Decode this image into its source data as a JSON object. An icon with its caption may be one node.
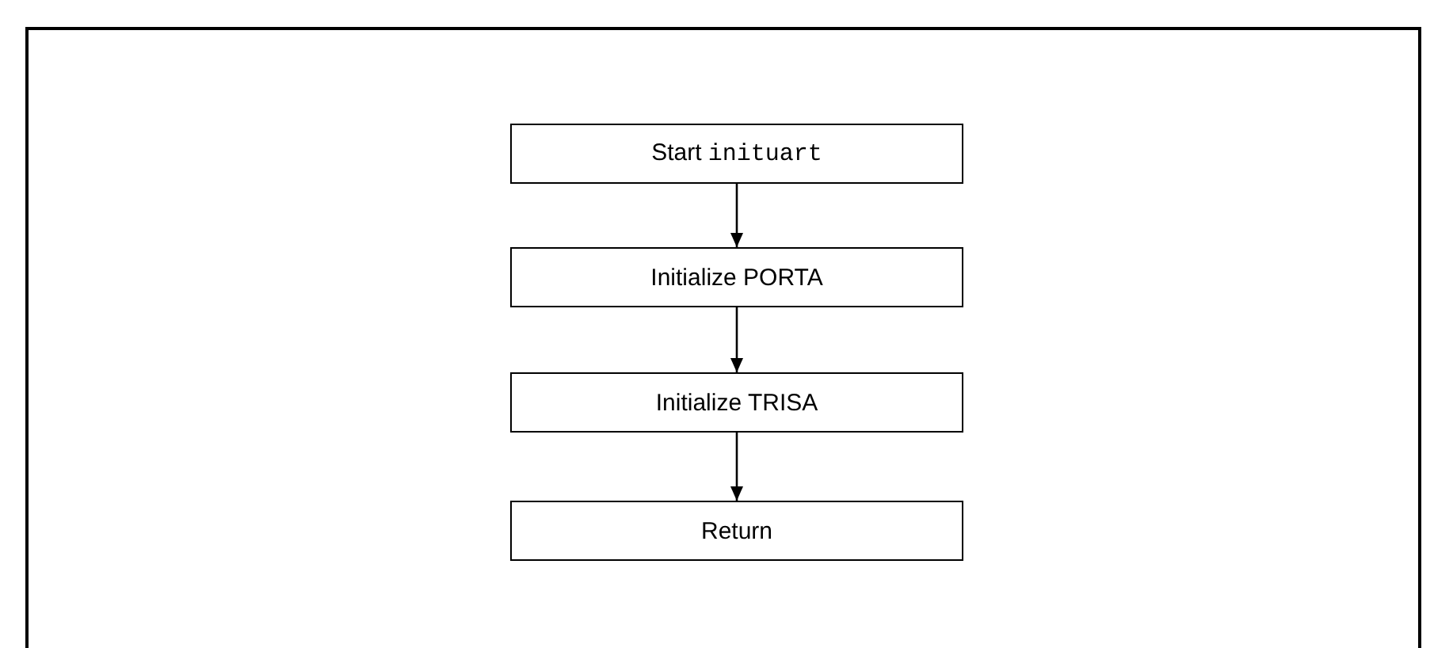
{
  "diagram": {
    "nodes": [
      {
        "text": [
          "Start inituart"
        ]
      },
      {
        "text": [
          "Initialize PORTA"
        ]
      },
      {
        "text": [
          "Initialize TRISA"
        ]
      },
      {
        "text": [
          "Return"
        ]
      }
    ],
    "edges": [
      {
        "from": 0,
        "to": 1,
        "arrow": "to"
      },
      {
        "from": 1,
        "to": 2,
        "arrow": "to"
      },
      {
        "from": 2,
        "to": 3,
        "arrow": "to"
      }
    ]
  }
}
